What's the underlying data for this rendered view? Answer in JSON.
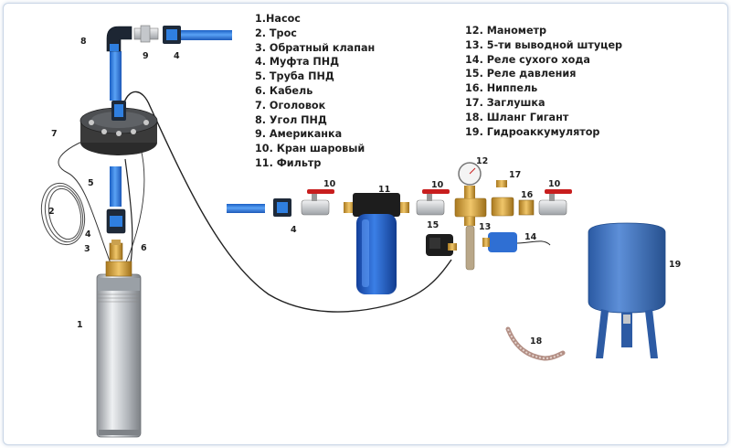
{
  "legend_left": [
    "1.Насос",
    "2. Трос",
    "3. Обратный клапан",
    "4. Муфта ПНД",
    "5. Труба ПНД",
    "6. Кабель",
    "7. Оголовок",
    "8. Угол ПНД",
    "9. Американка",
    "10. Кран шаровый",
    "11. Фильтр"
  ],
  "legend_right": [
    "12. Манометр",
    "13. 5-ти  выводной штуцер",
    "14. Реле сухого хода",
    "15. Реле давления",
    "16. Ниппель",
    "17. Заглушка",
    "18. Шланг Гигант",
    "19. Гидроаккумулятор"
  ],
  "callouts": [
    "1",
    "2",
    "3",
    "4",
    "4",
    "4",
    "5",
    "6",
    "7",
    "8",
    "9",
    "10",
    "10",
    "10",
    "11",
    "12",
    "13",
    "14",
    "15",
    "16",
    "17",
    "18",
    "19"
  ],
  "colors": {
    "pipe_blue": "#2f7fe0",
    "tank_blue": "#3f76c9",
    "filter_blue": "#1f5fd0",
    "brass": "#d9a441",
    "valve_red": "#c81e1e",
    "cable": "#222222",
    "pump_steel": "#b9bcc0"
  }
}
